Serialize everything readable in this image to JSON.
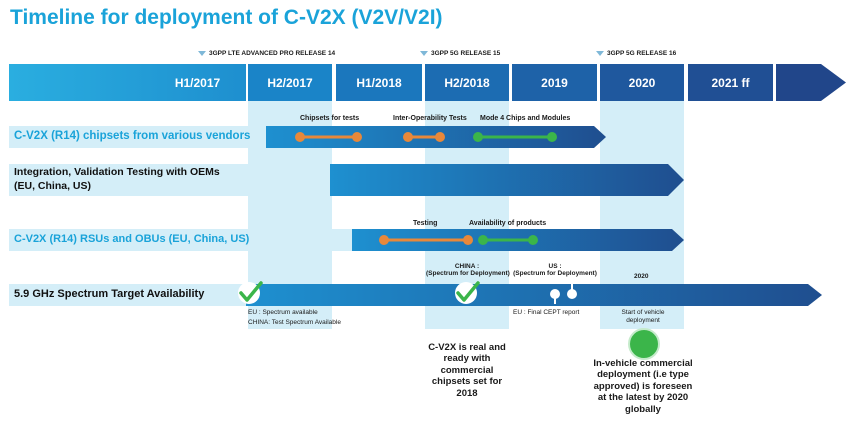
{
  "title": "Timeline for deployment of C-V2X (V2V/V2I)",
  "releases": [
    "3GPP LTE ADVANCED PRO RELEASE 14",
    "3GPP 5G RELEASE 15",
    "3GPP 5G RELEASE 16"
  ],
  "timeline": [
    "H1/2017",
    "H2/2017",
    "H1/2018",
    "H2/2018",
    "2019",
    "2020",
    "2021 ff"
  ],
  "rows": {
    "chipsets": {
      "label": "C-V2X (R14) chipsets from various vendors",
      "m1": "Chipsets for tests",
      "m2": "Inter-Operability Tests",
      "m3": "Mode 4 Chips and Modules"
    },
    "integration": {
      "label_line1": "Integration, Validation Testing with OEMs",
      "label_line2": "(EU, China, US)"
    },
    "rsu": {
      "label": "C-V2X (R14) RSUs and OBUs (EU, China, US)",
      "m1": "Testing",
      "m2": "Availability of products"
    },
    "spectrum": {
      "label": "5.9 GHz Spectrum Target Availability",
      "china": "CHINA :",
      "china_sub": "(Spectrum for Deployment)",
      "us": "US :",
      "us_sub": "(Spectrum for Deployment)",
      "y2020": "2020",
      "eu_left_1": "EU : Spectrum available",
      "eu_left_2": "CHINA: Test Spectrum Available",
      "eu_cept": "EU : Final CEPT report",
      "vehicle": "Start of vehicle deployment"
    }
  },
  "notes": {
    "cv2x_ready": "C-V2X is real and ready with commercial chipsets set for 2018",
    "in_vehicle": "In-vehicle commercial deployment (i.e type approved) is foreseen at the latest by 2020 globally"
  },
  "colors": {
    "accent": "#1aa3d9",
    "dark_blue": "#1f4e8f",
    "orange": "#e8883a",
    "green": "#3bb54a",
    "highlight": "#d4eef8"
  }
}
